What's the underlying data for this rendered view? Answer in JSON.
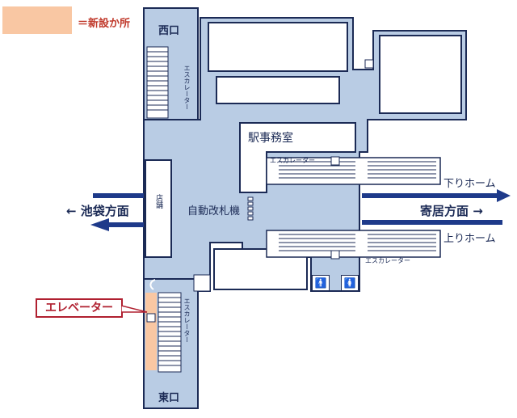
{
  "legend": {
    "text": "＝新設か所",
    "swatch_color": "#f9c7a3"
  },
  "exits": {
    "west": "西口",
    "east": "東口"
  },
  "rooms": {
    "office": "駅事務室",
    "gates": "自動改札機",
    "shop": "店舗"
  },
  "escalator_label": "エスカレーター",
  "platforms": {
    "down": "下りホーム",
    "up": "上りホーム"
  },
  "directions": {
    "left": "← 池袋方面",
    "right": "寄居方面 →"
  },
  "elevator_callout": "エレベーター",
  "restrooms": {
    "men": "🚹",
    "women": "🚺"
  },
  "colors": {
    "floor": "#b9cce4",
    "wall": "#1b2a55",
    "arrow": "#1e3a8a",
    "new": "#f9c7a3"
  }
}
